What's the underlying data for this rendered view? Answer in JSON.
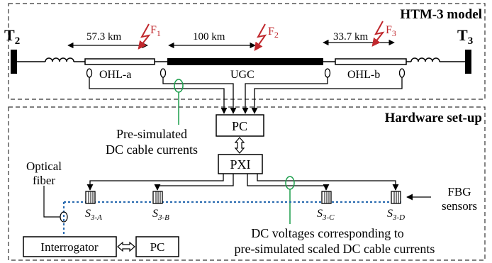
{
  "top_panel": {
    "title": "HTM-3 model",
    "terminal_left": {
      "letter": "T",
      "sub": "2"
    },
    "terminal_right": {
      "letter": "T",
      "sub": "3"
    },
    "segments": [
      {
        "name": "OHL-a",
        "length": "57.3 km"
      },
      {
        "name": "UGC",
        "length": "100 km"
      },
      {
        "name": "OHL-b",
        "length": "33.7 km"
      }
    ],
    "faults": [
      {
        "letter": "F",
        "sub": "1"
      },
      {
        "letter": "F",
        "sub": "2"
      },
      {
        "letter": "F",
        "sub": "3"
      }
    ]
  },
  "bottom_panel": {
    "title": "Hardware set-up",
    "pc_top": "PC",
    "pxi": "PXI",
    "pc_bottom": "PC",
    "interrogator": "Interrogator",
    "note_currents": [
      "Pre-simulated",
      "DC cable currents"
    ],
    "note_fiber": [
      "Optical",
      "fiber"
    ],
    "note_fbg": [
      "FBG",
      "sensors"
    ],
    "note_voltages": [
      "DC voltages corresponding to",
      "pre-simulated scaled DC cable currents"
    ],
    "sensors": [
      {
        "letter": "S",
        "sub": "3-A"
      },
      {
        "letter": "S",
        "sub": "3-B"
      },
      {
        "letter": "S",
        "sub": "3-C"
      },
      {
        "letter": "S",
        "sub": "3-D"
      }
    ]
  },
  "colors": {
    "fault": "#c0282d",
    "fiber": "#2b6cb0",
    "annotation": "#1a9d4a"
  }
}
